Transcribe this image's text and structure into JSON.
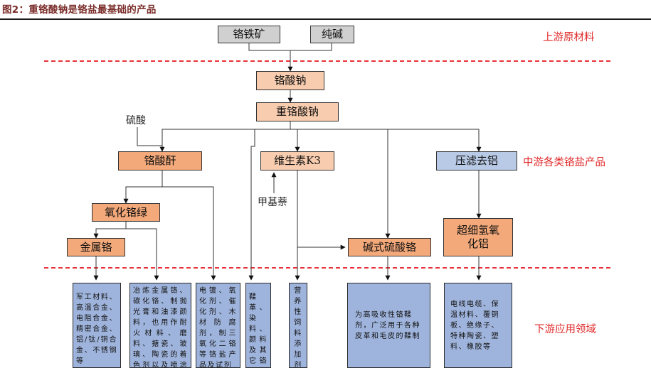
{
  "title": "图2：重铬酸钠是铬盐最基础的产品",
  "sections": {
    "upstream": "上游原材料",
    "midstream": "中游各类铬盐产品",
    "downstream": "下游应用领域"
  },
  "nodes": {
    "chromite": "铬铁矿",
    "soda_ash": "纯碱",
    "sodium_chromate": "铬酸钠",
    "sodium_dichromate": "重铬酸钠",
    "sulfuric_acid": "硫酸",
    "chromic_anhydride": "铬酸酐",
    "vitamin_k3": "维生素K3",
    "methylnaphthalene": "甲基萘",
    "pressure_filter": "压滤去铝",
    "chromium_oxide_green": "氧化铬绿",
    "metal_chromium": "金属铬",
    "basic_chromium_sulfate": "碱式硫酸铬",
    "ultrafine_alumina": "超细氢氧化铝"
  },
  "applications": {
    "a1": "军工材料、高温合金、电阻合金、精密合金、铝/钛/铜合金、不锈钢等",
    "a2": "冶炼金属铬、碳化铬、制抛光膏和油漆颜料，也用作耐火材料、磨料、搪瓷、玻璃、陶瓷的着色剂以及喷涂料",
    "a3": "电镀、氧化剂、催化剂、木材防腐剂，制三氧化二铬等铬盐产品及试剂",
    "a4": "鞣革、染料、颜料及其它铬盐的制造",
    "a5": "营养性饲料添加剂",
    "a6": "为高吸收性铬鞣剂，广泛用于各种皮革和毛皮的鞣制",
    "a7": "电线电缆、保温材料、覆铜板、绝缘子、特种陶瓷、塑料、橡胶等"
  },
  "colors": {
    "title": "#7a2d2a",
    "divider": "#e8333a",
    "raw_box": "#d0d0d0",
    "product_box": "#f8ccae",
    "derived_box": "#f4a97a",
    "alumina_box": "#b9cae6",
    "application_box": "#9fb4dc"
  }
}
